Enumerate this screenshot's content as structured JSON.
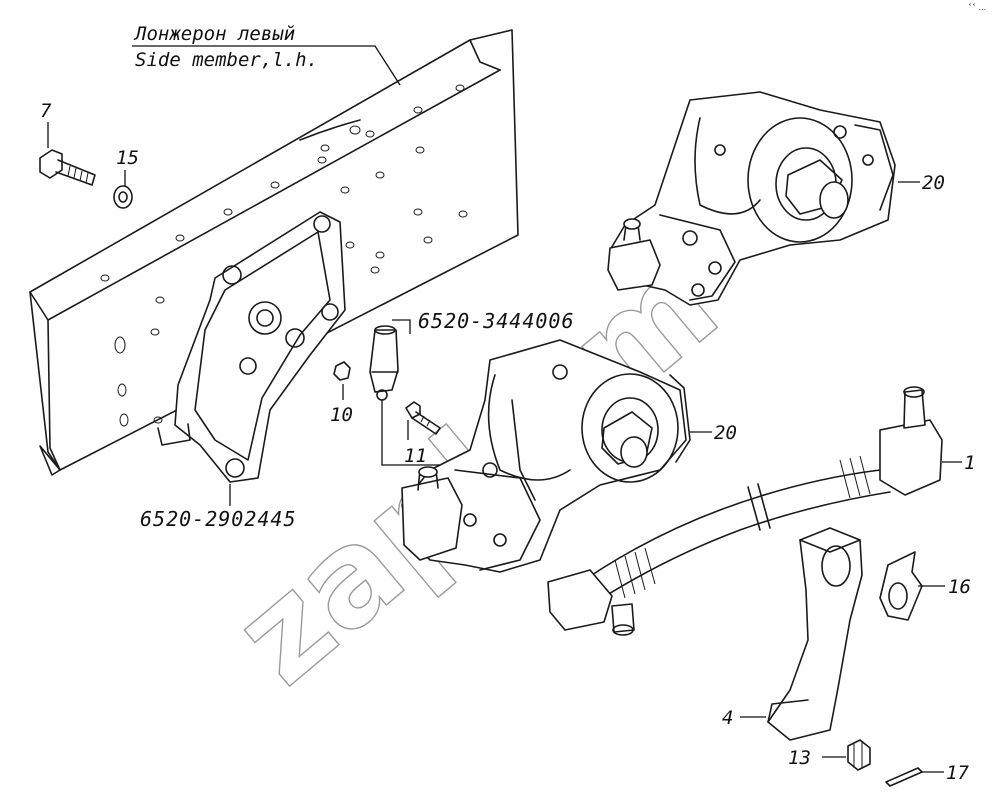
{
  "header": {
    "title_ru": "Лонжерон левый",
    "title_en": "Side member,l.h."
  },
  "callouts": {
    "c7": "7",
    "c15": "15",
    "c10": "10",
    "c11": "11",
    "c20_upper": "20",
    "c20_lower": "20",
    "c1": "1",
    "c16": "16",
    "c4": "4",
    "c13": "13",
    "c17": "17",
    "bracket_code": "6520-2902445",
    "pipe_code": "6520-3444006"
  },
  "watermark": "zapkam",
  "corner_mark": "˂˂ ..."
}
